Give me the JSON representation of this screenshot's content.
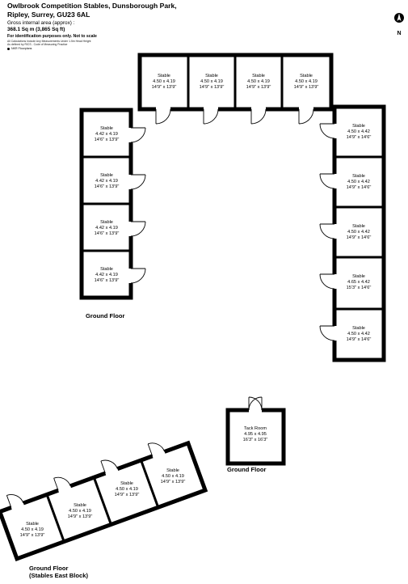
{
  "header": {
    "title_lines": [
      "Owlbrook Competition Stables, Dunsborough Park,",
      "Ripley, Surrey, GU23 6AL"
    ],
    "gross_label": "Gross internal area (approx) :",
    "area_value": "368.1 Sq m (3,865 Sq ft)",
    "identification": "For identification purposes only. Not to scale",
    "notes": [
      "All Calculations Include Any Measurements Under 1.5m Head Height",
      "As defined by RICS - Code of Measuring Practice"
    ],
    "logo_text": "NKR Floorplans"
  },
  "compass": {
    "letter": "N"
  },
  "floors": {
    "ground_main": "Ground Floor",
    "ground_tack": "Ground Floor",
    "ground_east_line1": "Ground Floor",
    "ground_east_line2": "(Stables East Block)"
  },
  "rooms": {
    "top": [
      {
        "name": "Stable",
        "metric": "4.50 x 4.19",
        "imperial": "14'9\" x 13'9\""
      },
      {
        "name": "Stable",
        "metric": "4.50 x 4.19",
        "imperial": "14'9\" x 13'9\""
      },
      {
        "name": "Stable",
        "metric": "4.50 x 4.19",
        "imperial": "14'9\" x 13'9\""
      },
      {
        "name": "Stable",
        "metric": "4.50 x 4.19",
        "imperial": "14'9\" x 13'9\""
      }
    ],
    "left": [
      {
        "name": "Stable",
        "metric": "4.42 x 4.19",
        "imperial": "14'6\" x 13'9\""
      },
      {
        "name": "Stable",
        "metric": "4.42 x 4.19",
        "imperial": "14'6\" x 13'9\""
      },
      {
        "name": "Stable",
        "metric": "4.42 x 4.19",
        "imperial": "14'6\" x 13'9\""
      },
      {
        "name": "Stable",
        "metric": "4.42 x 4.19",
        "imperial": "14'6\" x 13'9\""
      }
    ],
    "right": [
      {
        "name": "Stable",
        "metric": "4.50 x 4.42",
        "imperial": "14'9\" x 14'6\""
      },
      {
        "name": "Stable",
        "metric": "4.50 x 4.42",
        "imperial": "14'9\" x 14'6\""
      },
      {
        "name": "Stable",
        "metric": "4.50 x 4.42",
        "imperial": "14'9\" x 14'6\""
      },
      {
        "name": "Stable",
        "metric": "4.65 x 4.42",
        "imperial": "15'3\" x 14'6\""
      },
      {
        "name": "Stable",
        "metric": "4.50 x 4.42",
        "imperial": "14'9\" x 14'6\""
      }
    ],
    "tack": {
      "name": "Tack Room",
      "metric": "4.95 x 4.95",
      "imperial": "16'3\" x 16'3\""
    },
    "east": [
      {
        "name": "Stable",
        "metric": "4.50 x 4.19",
        "imperial": "14'9\" x 13'9\""
      },
      {
        "name": "Stable",
        "metric": "4.50 x 4.19",
        "imperial": "14'9\" x 13'9\""
      },
      {
        "name": "Stable",
        "metric": "4.50 x 4.19",
        "imperial": "14'9\" x 13'9\""
      },
      {
        "name": "Stable",
        "metric": "4.50 x 4.19",
        "imperial": "14'9\" x 13'9\""
      }
    ]
  }
}
